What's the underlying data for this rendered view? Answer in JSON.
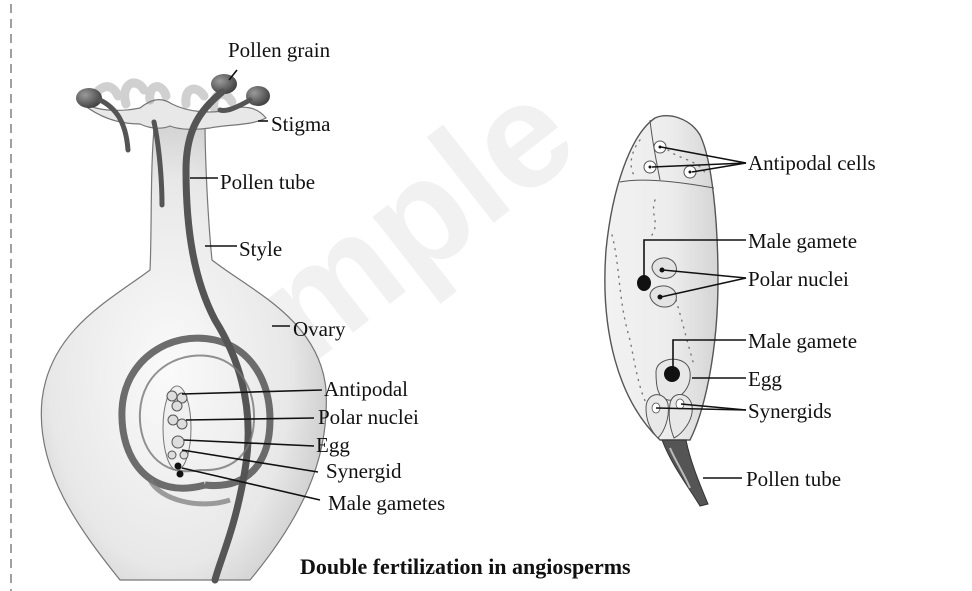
{
  "watermark": "Sample",
  "caption": "Double fertilization in angiosperms",
  "pistil_labels": {
    "pollen_grain": "Pollen grain",
    "stigma": "Stigma",
    "pollen_tube": "Pollen tube",
    "style": "Style",
    "ovary": "Ovary",
    "antipodal": "Antipodal",
    "polar_nuclei": "Polar nuclei",
    "egg": "Egg",
    "synergid": "Synergid",
    "male_gametes": "Male gametes"
  },
  "embryo_sac_labels": {
    "antipodal_cells": "Antipodal cells",
    "male_gamete_upper": "Male gamete",
    "polar_nuclei": "Polar nuclei",
    "male_gamete_lower": "Male gamete",
    "egg": "Egg",
    "synergids": "Synergids",
    "pollen_tube": "Pollen tube"
  },
  "colors": {
    "frame": "#777777",
    "tissue_light": "#efefef",
    "tissue_mid": "#d9d9d9",
    "tube_dark": "#555555",
    "cell_light": "#e6e6e6",
    "nucleus": "#111111"
  }
}
